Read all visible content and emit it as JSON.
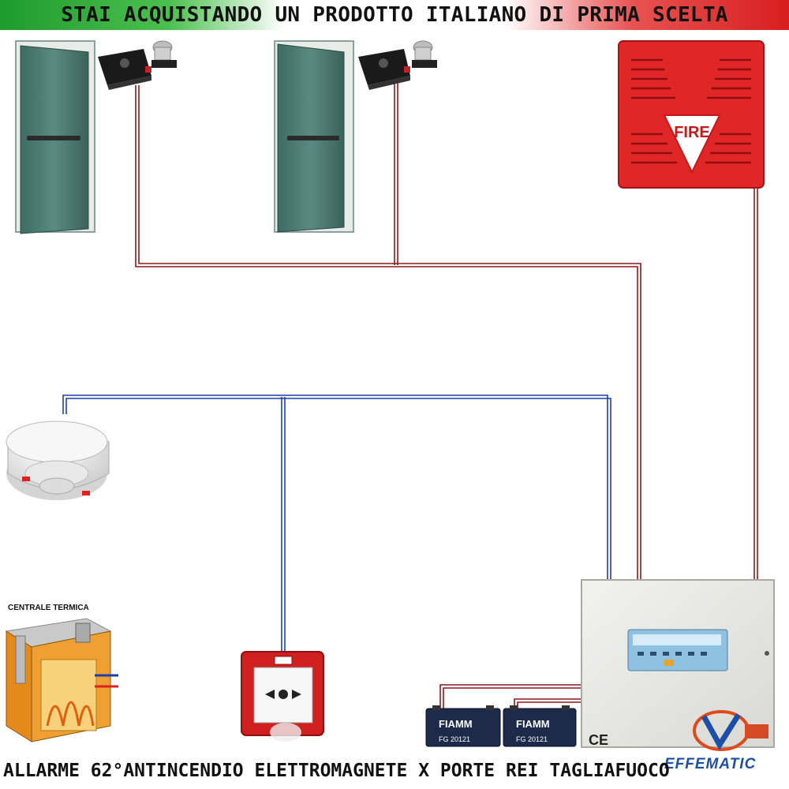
{
  "banner": {
    "text": "STAI ACQUISTANDO UN PRODOTTO ITALIANO DI PRIMA SCELTA",
    "colors": {
      "green": "#1f9b2e",
      "red": "#d81e1e"
    }
  },
  "siren": {
    "label": "FIRE",
    "color": "#e02626"
  },
  "boiler": {
    "label": "CENTRALE TERMICA"
  },
  "batteries": [
    {
      "brand": "FIAMM",
      "model": "FG 20121"
    },
    {
      "brand": "FIAMM",
      "model": "FG 20121"
    }
  ],
  "control_panel": {
    "mark": "CE"
  },
  "logo": {
    "text": "EFFEMATIC"
  },
  "footer": {
    "text": "ALLARME 62°ANTINCENDIO ELETTROMAGNETE X PORTE REI TAGLIAFUOCO"
  },
  "wire_colors": {
    "power": "#8b1a1a",
    "signal": "#1f3fa8"
  }
}
